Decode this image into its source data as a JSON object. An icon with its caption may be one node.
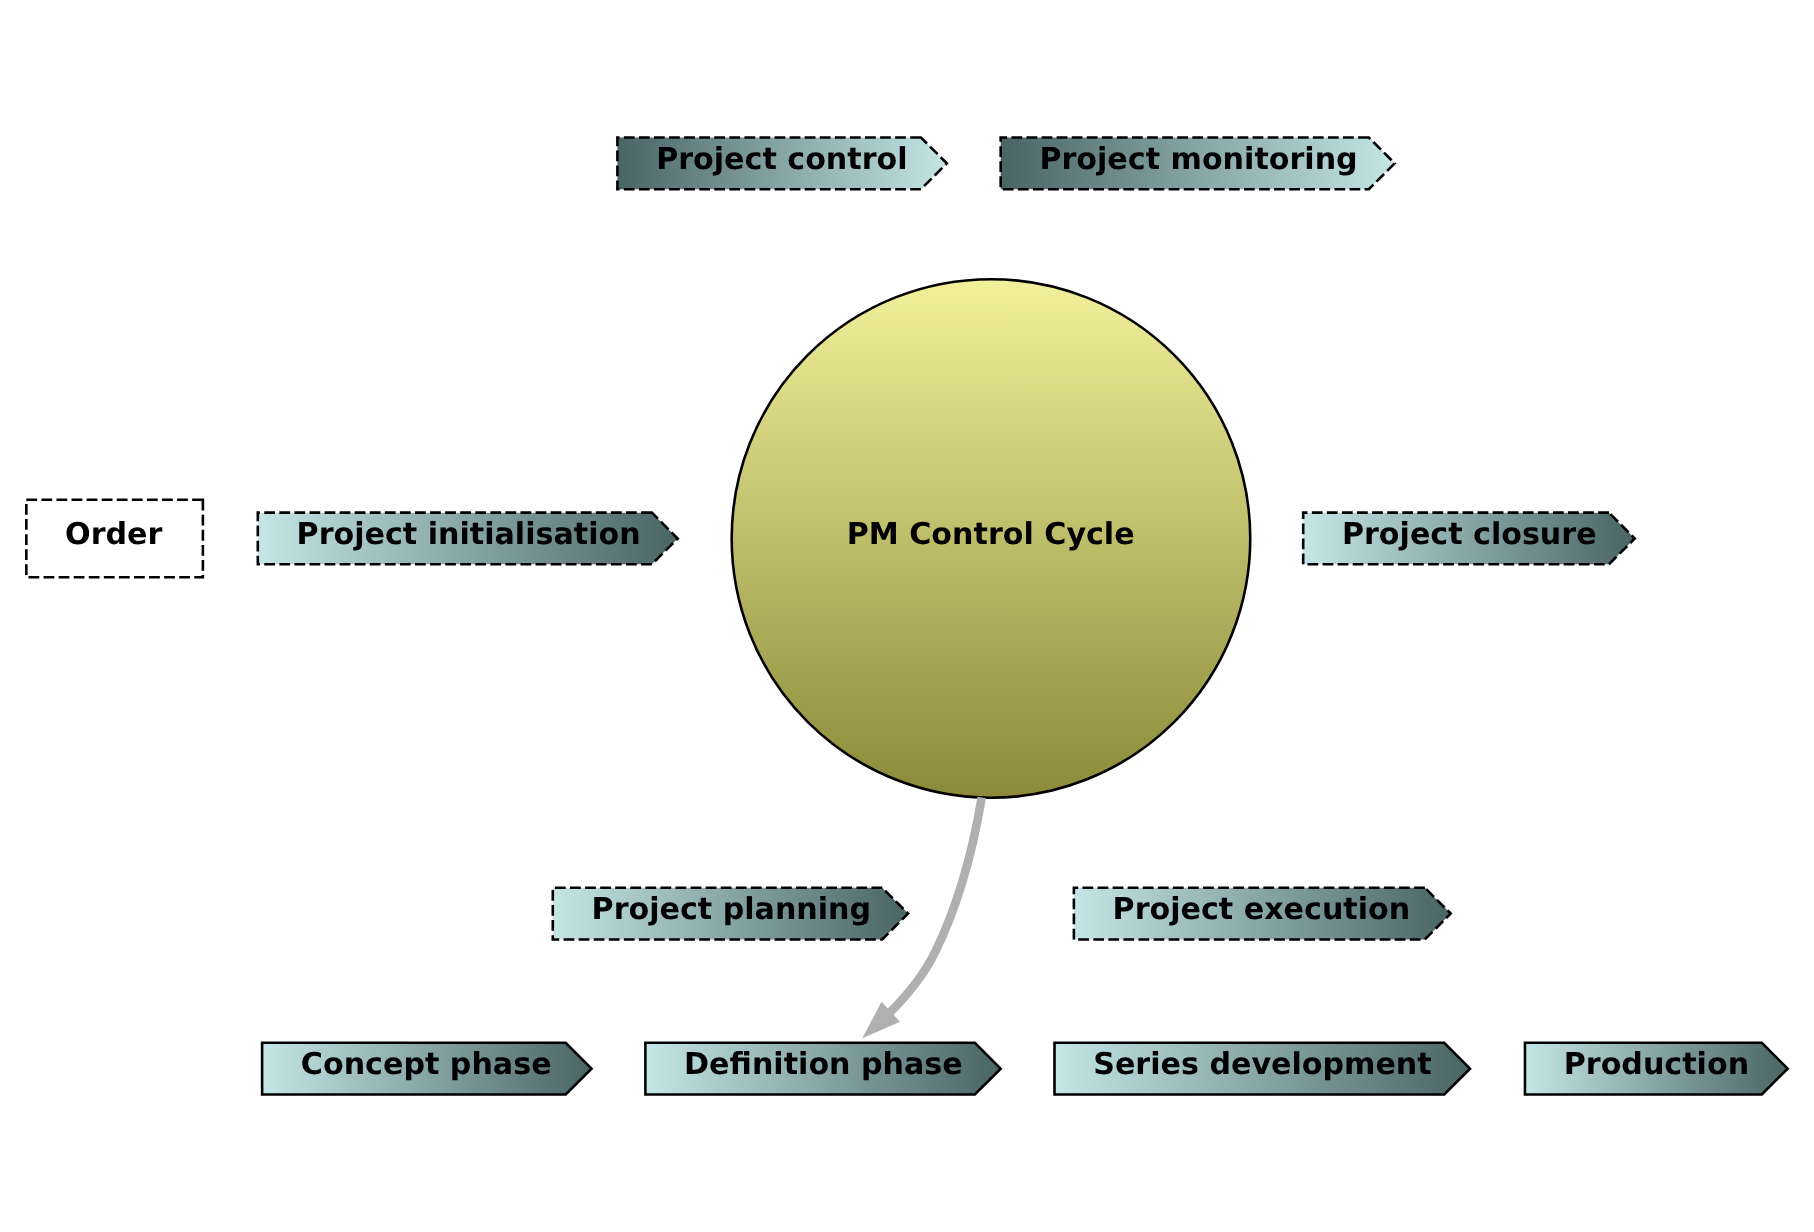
{
  "diagram": {
    "nodes": [
      {
        "text": [
          "Order"
        ]
      },
      {
        "text": [
          "Project initialisation"
        ]
      },
      {
        "text": [
          "Project control"
        ]
      },
      {
        "text": [
          "Project monitoring"
        ]
      },
      {
        "text": [
          "PM Control Cycle"
        ]
      },
      {
        "text": [
          "Project closure"
        ]
      },
      {
        "text": [
          "Project planning"
        ]
      },
      {
        "text": [
          "Project execution"
        ]
      },
      {
        "text": [
          "Concept phase"
        ]
      },
      {
        "text": [
          "Definition phase"
        ]
      },
      {
        "text": [
          "Series development"
        ]
      },
      {
        "text": [
          "Production"
        ]
      }
    ],
    "edges": [
      {
        "from": 4,
        "to": 9,
        "arrow": "to",
        "color": "#b0b0b0"
      }
    ]
  }
}
